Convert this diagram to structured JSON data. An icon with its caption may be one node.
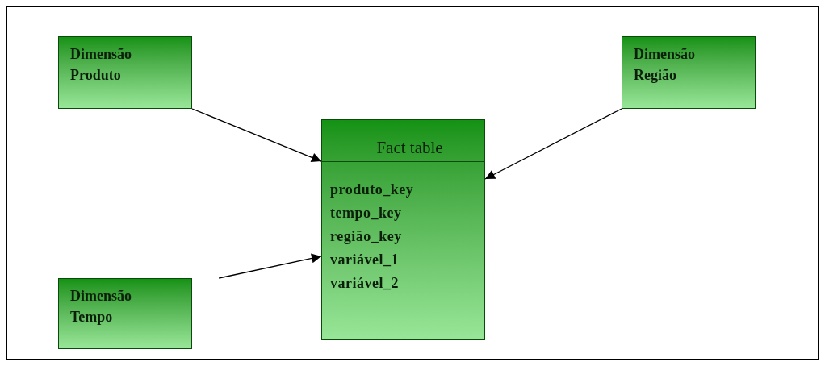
{
  "diagram": {
    "nodes": [
      {
        "text": [
          "Dimensão Produto"
        ]
      },
      {
        "text": [
          "Dimensão Região"
        ]
      },
      {
        "text": [
          "Fact table",
          "produto_key",
          "tempo_key",
          "região_key",
          "variável_1",
          "variável_2"
        ]
      },
      {
        "text": [
          "Dimensão Tempo"
        ]
      }
    ],
    "edges": [
      {
        "from": 0,
        "to": 2,
        "arrow": "to"
      },
      {
        "from": 1,
        "to": 2,
        "arrow": "to"
      },
      {
        "from": 3,
        "to": 2,
        "arrow": "to"
      }
    ]
  }
}
